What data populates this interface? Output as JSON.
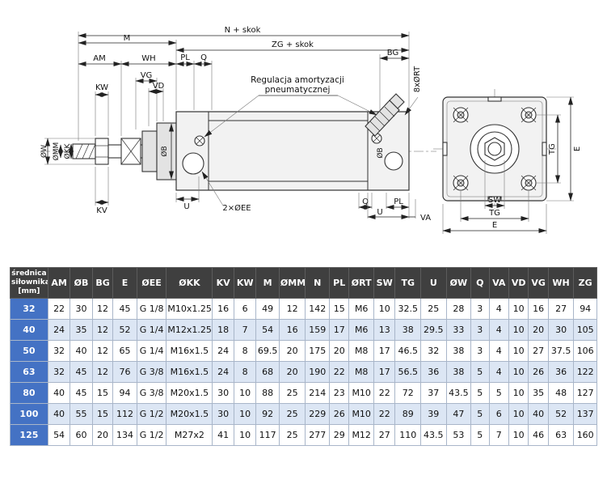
{
  "drawing": {
    "note": {
      "line1": "Regulacja amortyzacji",
      "line2": "pneumatycznej"
    },
    "labels": {
      "n_skok": "N + skok",
      "zg_skok": "ZG + skok",
      "m": "M",
      "am": "AM",
      "wh": "WH",
      "pl_top": "PL",
      "q_top": "Q",
      "bg": "BG",
      "kw": "KW",
      "vg": "VG",
      "vd": "VD",
      "rt": "8xØRT",
      "ow": "ØW",
      "omm": "ØMM",
      "okk": "ØKK",
      "ob_front": "ØB",
      "ob_rear": "ØB",
      "kv": "KV",
      "u_front": "U",
      "ee": "2×ØEE",
      "q_bottom": "Q",
      "pl_bottom": "PL",
      "u_rear": "U",
      "va": "VA",
      "tg_side": "TG",
      "e_side": "E",
      "sw": "SW",
      "tg_bottom": "TG",
      "e_bottom": "E"
    }
  },
  "table": {
    "size_header_lines": [
      "średnica",
      "siłownika",
      "[mm]"
    ],
    "columns": [
      "AM",
      "ØB",
      "BG",
      "E",
      "ØEE",
      "ØKK",
      "KV",
      "KW",
      "M",
      "ØMM",
      "N",
      "PL",
      "ØRT",
      "SW",
      "TG",
      "U",
      "ØW",
      "Q",
      "VA",
      "VD",
      "VG",
      "WH",
      "ZG"
    ],
    "rows": [
      {
        "size": "32",
        "values": [
          "22",
          "30",
          "12",
          "45",
          "G 1/8",
          "M10x1.25",
          "16",
          "6",
          "49",
          "12",
          "142",
          "15",
          "M6",
          "10",
          "32.5",
          "25",
          "28",
          "3",
          "4",
          "10",
          "16",
          "27",
          "94"
        ]
      },
      {
        "size": "40",
        "values": [
          "24",
          "35",
          "12",
          "52",
          "G 1/4",
          "M12x1.25",
          "18",
          "7",
          "54",
          "16",
          "159",
          "17",
          "M6",
          "13",
          "38",
          "29.5",
          "33",
          "3",
          "4",
          "10",
          "20",
          "30",
          "105"
        ]
      },
      {
        "size": "50",
        "values": [
          "32",
          "40",
          "12",
          "65",
          "G 1/4",
          "M16x1.5",
          "24",
          "8",
          "69.5",
          "20",
          "175",
          "20",
          "M8",
          "17",
          "46.5",
          "32",
          "38",
          "3",
          "4",
          "10",
          "27",
          "37.5",
          "106"
        ]
      },
      {
        "size": "63",
        "values": [
          "32",
          "45",
          "12",
          "76",
          "G 3/8",
          "M16x1.5",
          "24",
          "8",
          "68",
          "20",
          "190",
          "22",
          "M8",
          "17",
          "56.5",
          "36",
          "38",
          "5",
          "4",
          "10",
          "26",
          "36",
          "122"
        ]
      },
      {
        "size": "80",
        "values": [
          "40",
          "45",
          "15",
          "94",
          "G 3/8",
          "M20x1.5",
          "30",
          "10",
          "88",
          "25",
          "214",
          "23",
          "M10",
          "22",
          "72",
          "37",
          "43.5",
          "5",
          "5",
          "10",
          "35",
          "48",
          "127"
        ]
      },
      {
        "size": "100",
        "values": [
          "40",
          "55",
          "15",
          "112",
          "G 1/2",
          "M20x1.5",
          "30",
          "10",
          "92",
          "25",
          "229",
          "26",
          "M10",
          "22",
          "89",
          "39",
          "47",
          "5",
          "6",
          "10",
          "40",
          "52",
          "137"
        ]
      },
      {
        "size": "125",
        "values": [
          "54",
          "60",
          "20",
          "134",
          "G 1/2",
          "M27x2",
          "41",
          "10",
          "117",
          "25",
          "277",
          "29",
          "M12",
          "27",
          "110",
          "43.5",
          "53",
          "5",
          "7",
          "10",
          "46",
          "63",
          "160"
        ]
      }
    ],
    "colors": {
      "header_bg": "#3f3f3f",
      "size_col_bg": "#4472c4",
      "alt_row_bg": "#dce6f4"
    }
  }
}
